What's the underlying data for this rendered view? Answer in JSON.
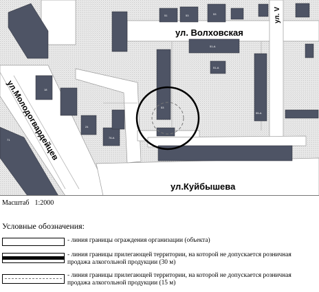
{
  "map": {
    "streets": {
      "volkhovskaya": "ул. Волховская",
      "kuibysheva": "ул.Куйбышева",
      "molodogvardeitsev": "ул.Молодогвардейцев",
      "top_right_fragment": "ул. V"
    },
    "building_labels": [
      "51",
      "53",
      "53",
      "53",
      "51-А",
      "51-А",
      "55-А",
      "18",
      "24",
      "76-А",
      "71"
    ]
  },
  "scale": {
    "label": "Масштаб",
    "value": "1:2000"
  },
  "legend": {
    "title": "Условные обозначения:",
    "items": [
      {
        "text": "- линия границы ограждения организации (объекта)"
      },
      {
        "text": "- линия границы прилегающей территории, на которой не допускается розничная продажа алкогольной продукции (30 м)"
      },
      {
        "text": "- линия границы прилегающей территории, на которой не допускается розничная продажа алкогольной продукции (15 м)"
      }
    ]
  },
  "colors": {
    "building": "#4e5465",
    "road": "#ffffff",
    "block": "#e5e5e5",
    "boundary": "#000000"
  }
}
